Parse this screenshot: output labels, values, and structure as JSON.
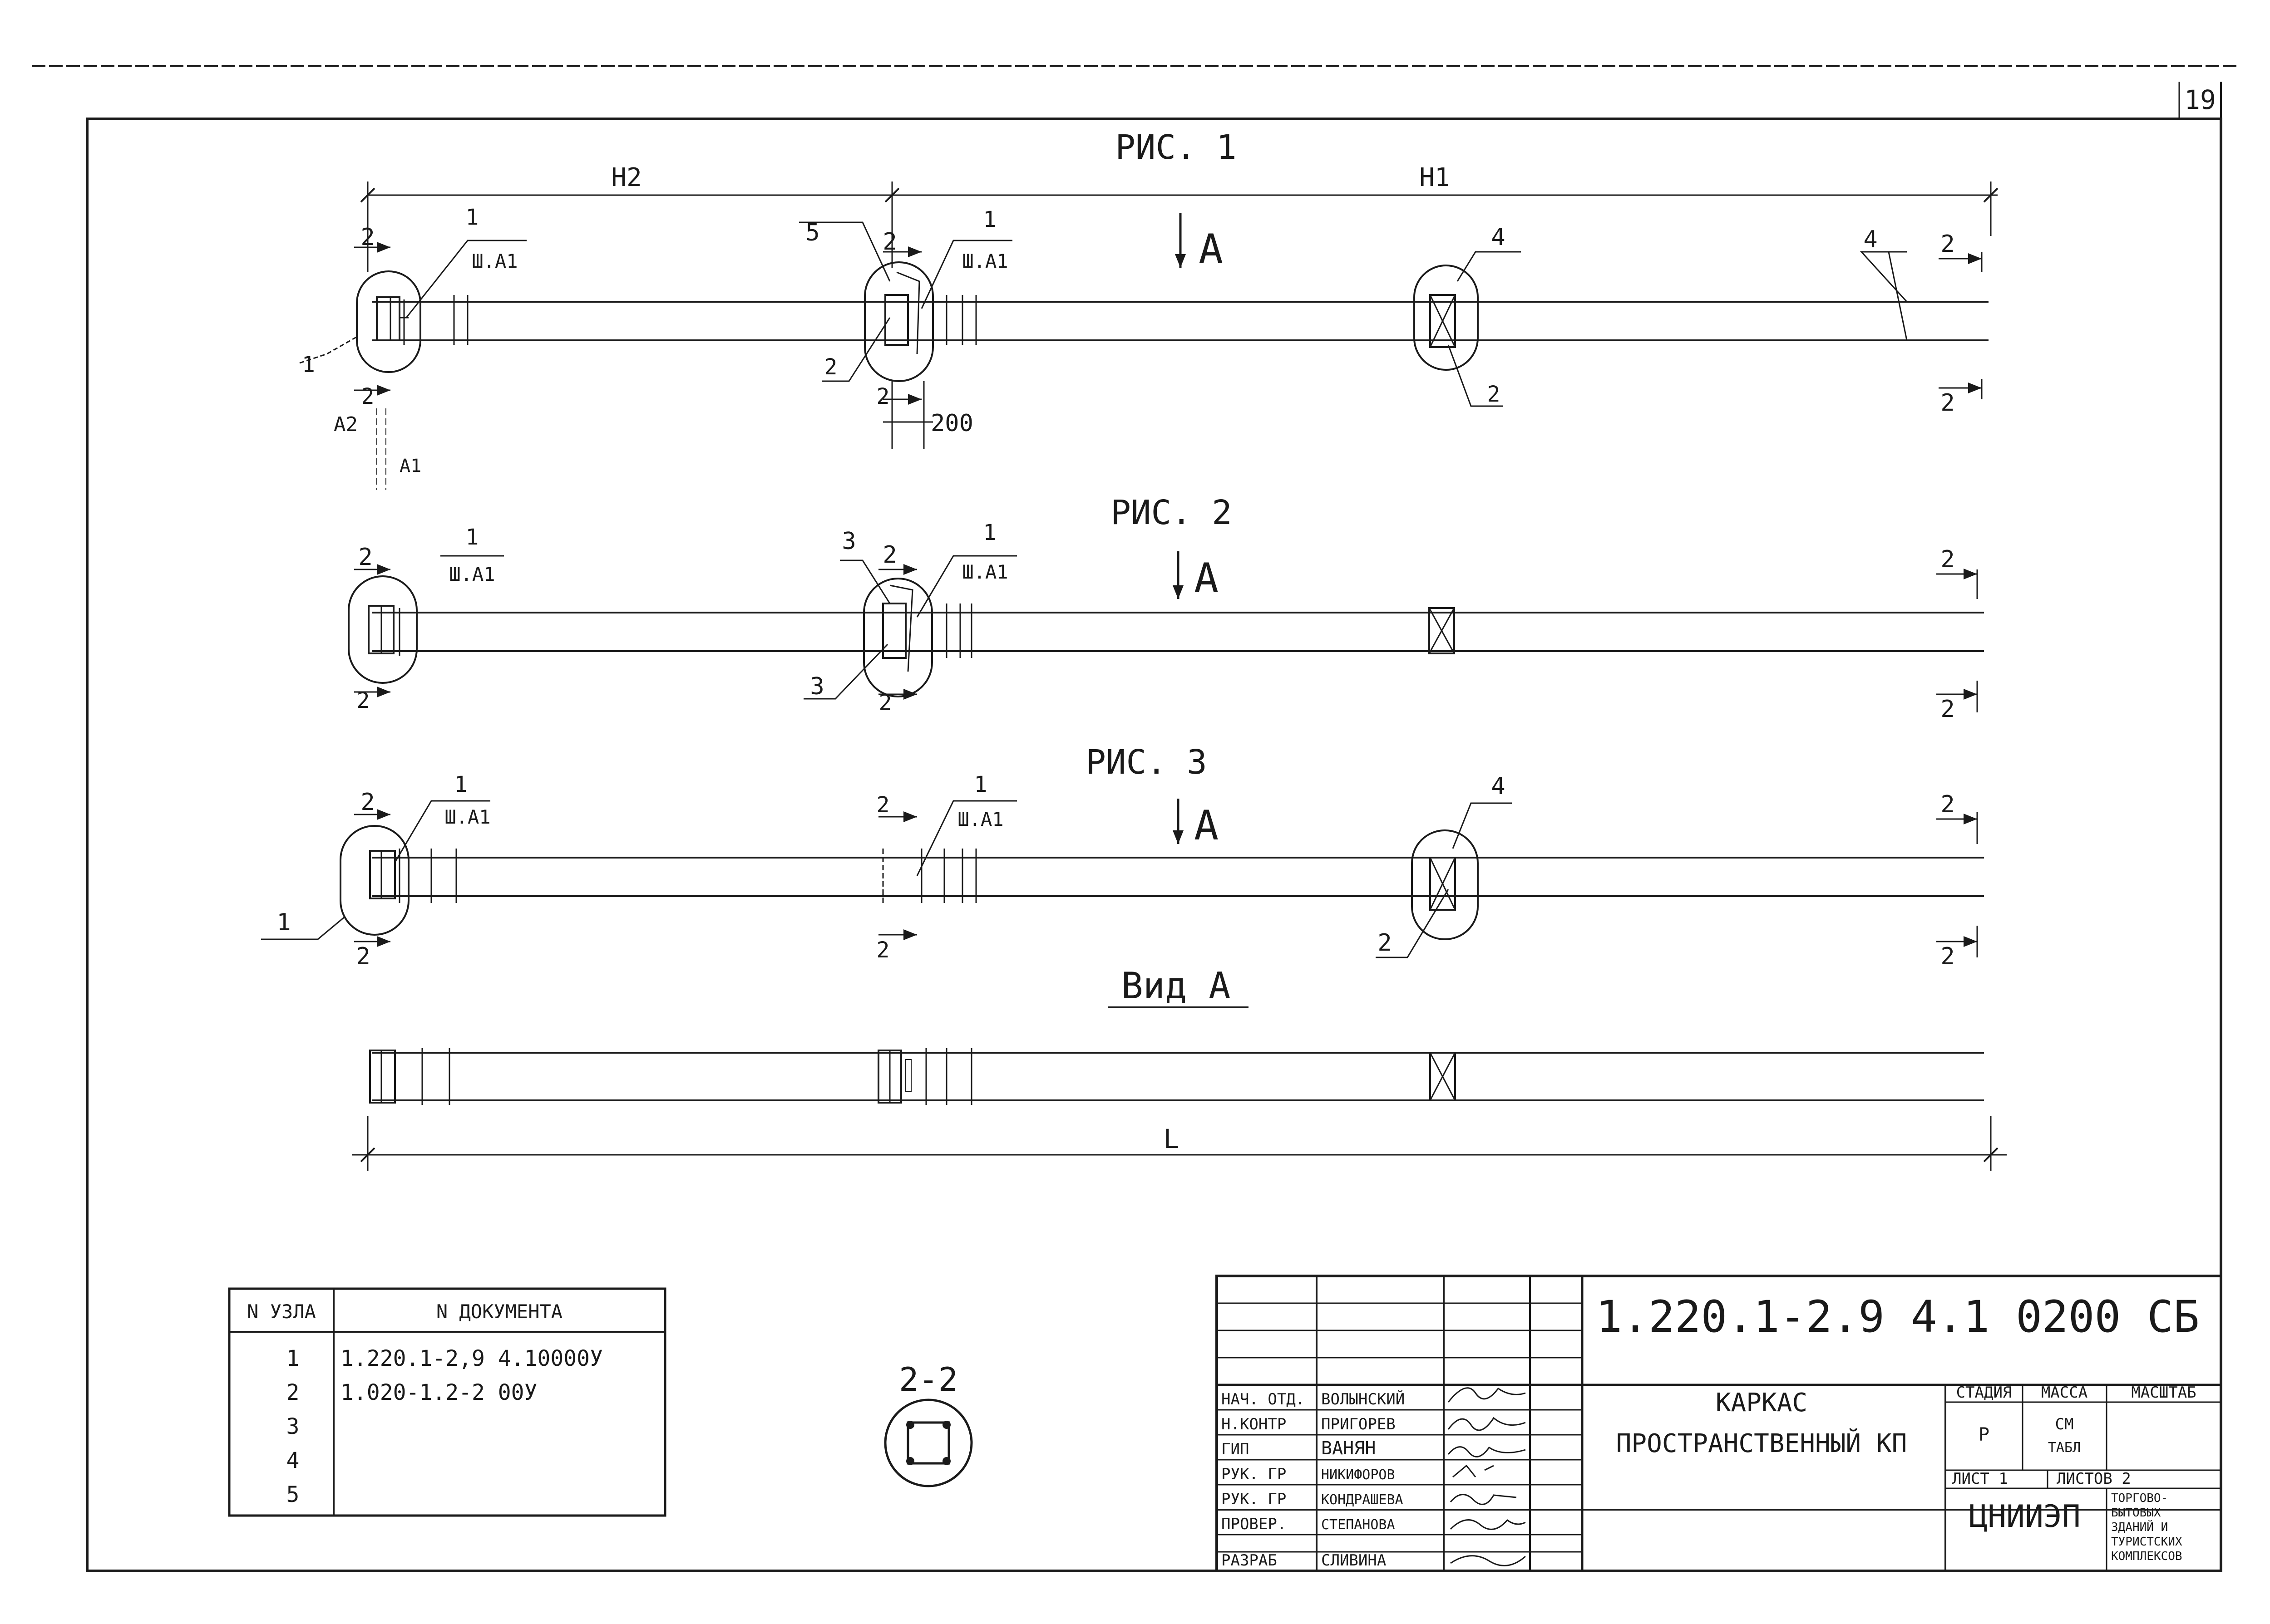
{
  "page_number": "19",
  "figures": [
    {
      "title": "РИС. 1"
    },
    {
      "title": "РИС. 2"
    },
    {
      "title": "РИС. 3"
    }
  ],
  "view_title": "Вид А",
  "view_arrow": "А",
  "dims": {
    "h2": "Н2",
    "h1": "Н1",
    "l": "L",
    "d200": "200"
  },
  "labels": {
    "n1": "1",
    "n2": "2",
    "n3": "3",
    "n4": "4",
    "n5": "5",
    "sh_a1": "Ш.А1",
    "a2": "А2",
    "a1": "А1"
  },
  "section": {
    "title": "2-2"
  },
  "nodes_table": {
    "headers": [
      "N УЗЛА",
      "N ДОКУМЕНТА"
    ],
    "rows": [
      {
        "n": "1",
        "doc": "1.220.1-2,9 4.10000У"
      },
      {
        "n": "2",
        "doc": "1.020-1.2-2 00У"
      },
      {
        "n": "3",
        "doc": ""
      },
      {
        "n": "4",
        "doc": ""
      },
      {
        "n": "5",
        "doc": ""
      }
    ]
  },
  "title_block": {
    "code": "1.220.1-2.9 4.1 0200 СБ",
    "title_line1": "КАРКАС",
    "title_line2": "ПРОСТРАНСТВЕННЫЙ КП",
    "stage_header": "СТАДИЯ",
    "mass_header": "МАССА",
    "scale_header": "МАСШТАБ",
    "stage": "Р",
    "mass_line1": "СМ",
    "mass_line2": "ТАБЛ",
    "sheet": "ЛИСТ 1",
    "sheets": "ЛИСТОВ 2",
    "org": "ЦНИИЭП",
    "org_note": [
      "ТОРГОВО-",
      "БЫТОВЫХ",
      "ЗДАНИЙ И",
      "ТУРИСТСКИХ",
      "КОМПЛЕКСОВ"
    ],
    "people": [
      {
        "role": "НАЧ. ОТД.",
        "name": "ВОЛЫНСКИЙ"
      },
      {
        "role": "Н.КОНТР",
        "name": "ПРИГОРЕВ"
      },
      {
        "role": "ГИП",
        "name": "ВАНЯН"
      },
      {
        "role": "РУК. ГР",
        "name": "НИКИФОРОВ"
      },
      {
        "role": "РУК. ГР",
        "name": "КОНДРАШЕВА"
      },
      {
        "role": "ПРОВЕР.",
        "name": "СТЕПАНОВА"
      },
      {
        "role": "РАЗРАБ",
        "name": "СЛИВИНА"
      }
    ]
  }
}
